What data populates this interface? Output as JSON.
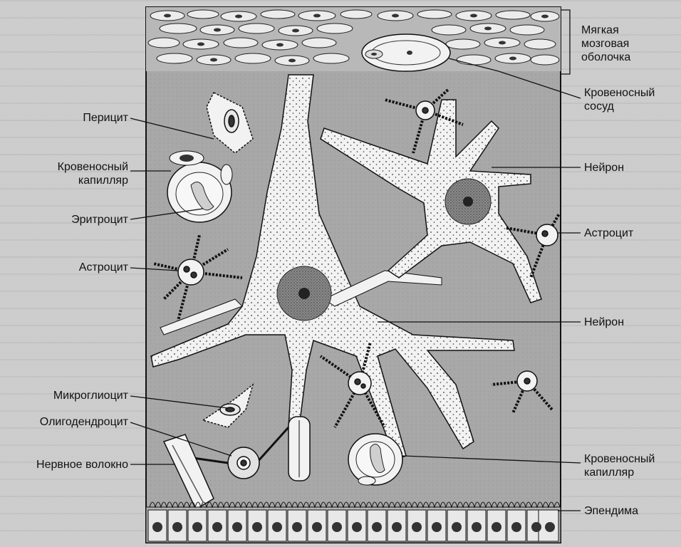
{
  "labels": {
    "meninges": "Мягкая мозговая оболочка",
    "meninges_line1": "Мягкая",
    "meninges_line2": "мозговая",
    "meninges_line3": "оболочка",
    "blood_vessel_line1": "Кровеносный",
    "blood_vessel_line2": "сосуд",
    "pericyte": "Перицит",
    "capillary_top_line1": "Кровеносный",
    "capillary_top_line2": "капилляр",
    "erythrocyte": "Эритроцит",
    "astrocyte_left": "Астроцит",
    "neuron_top": "Нейрон",
    "astrocyte_right": "Астроцит",
    "neuron_mid": "Нейрон",
    "microglia": "Микроглиоцит",
    "oligodendrocyte": "Олигодендроцит",
    "nerve_fiber": "Нервное волокно",
    "capillary_bottom_line1": "Кровеносный",
    "capillary_bottom_line2": "капилляр",
    "ependyma": "Эпендима"
  }
}
